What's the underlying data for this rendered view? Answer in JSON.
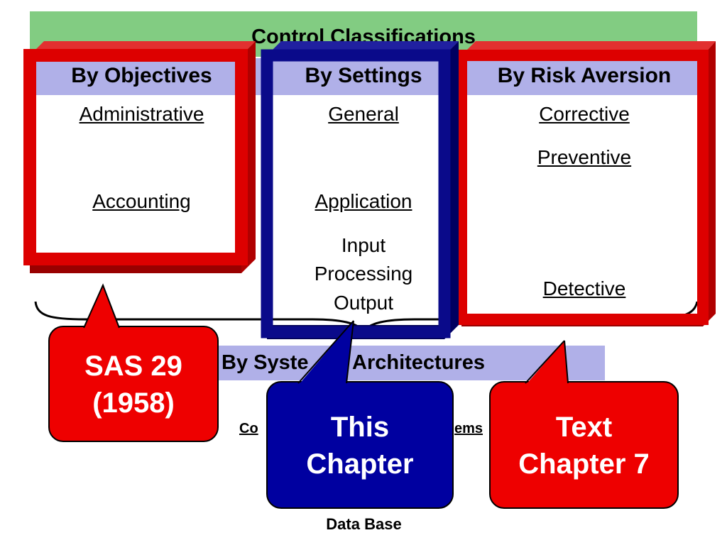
{
  "title": "Control Classifications",
  "categories": {
    "objectives": {
      "label": "By Objectives",
      "items": [
        "Administrative",
        "Accounting"
      ]
    },
    "settings": {
      "label": "By Settings",
      "items": [
        "General",
        "Application"
      ],
      "subitems": [
        "Input",
        "Processing",
        "Output"
      ]
    },
    "risk": {
      "label": "By Risk Aversion",
      "items": [
        "Corrective",
        "Preventive",
        "Detective"
      ]
    }
  },
  "architectures": {
    "label": "By System Architectures",
    "label_visible_start": "By Syste",
    "label_visible_end": "Architectures",
    "left_partial": "Co",
    "right_partial": "ems",
    "bottom_item": "Data Base"
  },
  "callouts": {
    "sas": {
      "line1": "SAS 29",
      "line2": "(1958)"
    },
    "this_chapter": {
      "line1": "This",
      "line2": "Chapter"
    },
    "text_chapter": {
      "line1": "Text",
      "line2": "Chapter 7"
    }
  },
  "colors": {
    "title_bg": "#82cc82",
    "category_bg": "#b0b0e8",
    "red_frame": "#dd0000",
    "red_frame_dark": "#990000",
    "blue_frame": "#0a0a8a",
    "blue_frame_dark": "#000055",
    "callout_red": "#ee0000",
    "callout_blue": "#0000a0"
  }
}
